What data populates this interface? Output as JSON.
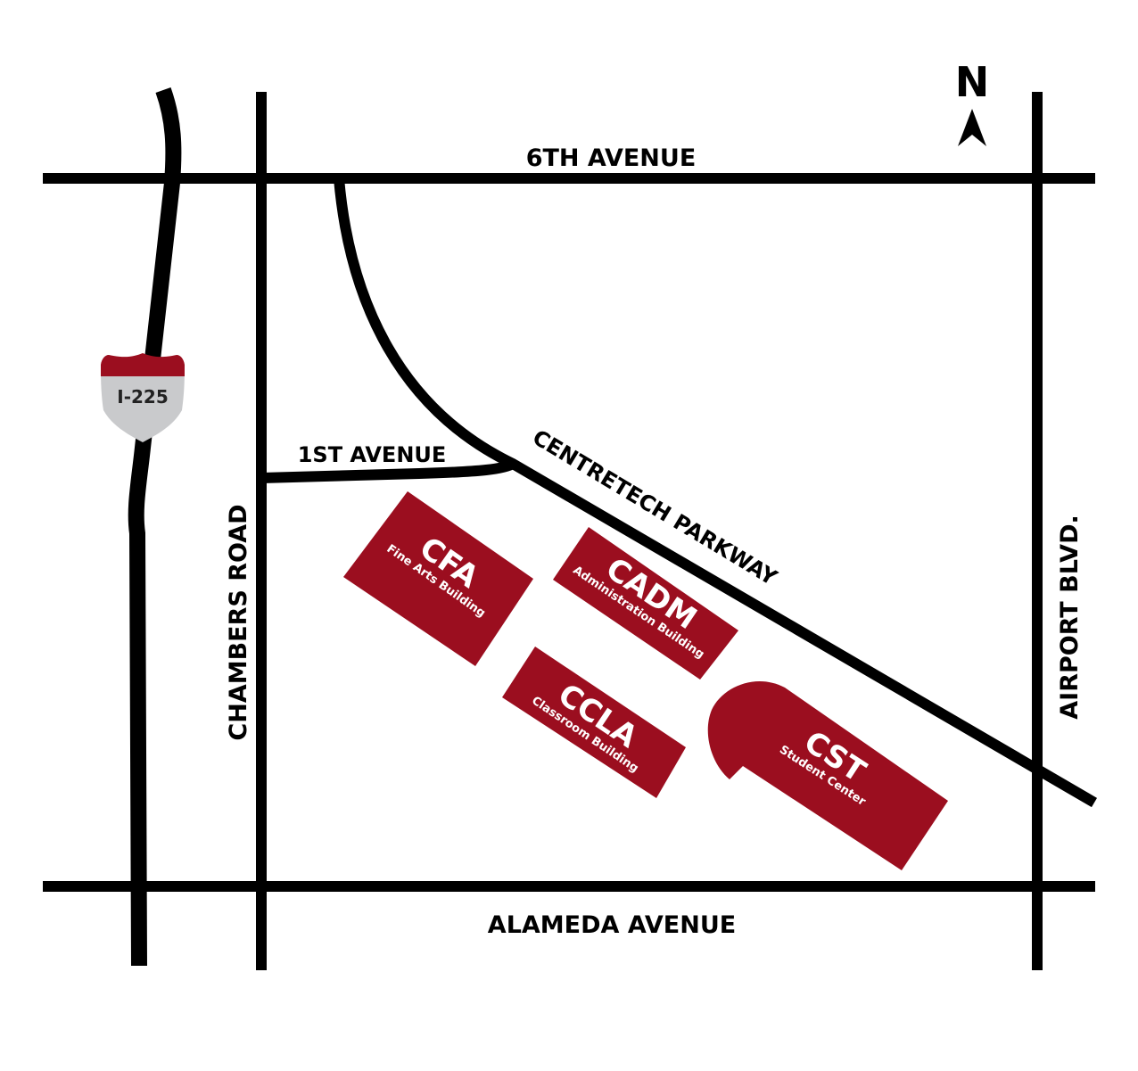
{
  "colors": {
    "road": "#000000",
    "building": "#9b0e1f",
    "building_text": "#ffffff",
    "shield_top": "#9b0e1f",
    "shield_body": "#c9cacc",
    "background": "#ffffff"
  },
  "north_arrow": {
    "letter": "N",
    "icon": "north-arrow-icon"
  },
  "roads": {
    "sixth_avenue": "6TH AVENUE",
    "alameda_avenue": "ALAMEDA AVENUE",
    "chambers_road": "CHAMBERS ROAD",
    "airport_blvd": "AIRPORT BLVD.",
    "first_avenue": "1ST AVENUE",
    "centretech_parkway": "CENTRETECH PARKWAY"
  },
  "highway_shield": {
    "label": "I-225",
    "icon": "interstate-shield-icon"
  },
  "buildings": {
    "cfa": {
      "code": "CFA",
      "name": "Fine Arts Building"
    },
    "cadm": {
      "code": "CADM",
      "name": "Administration Building"
    },
    "ccla": {
      "code": "CCLA",
      "name": "Classroom Building"
    },
    "cst": {
      "code": "CST",
      "name": "Student Center"
    }
  }
}
